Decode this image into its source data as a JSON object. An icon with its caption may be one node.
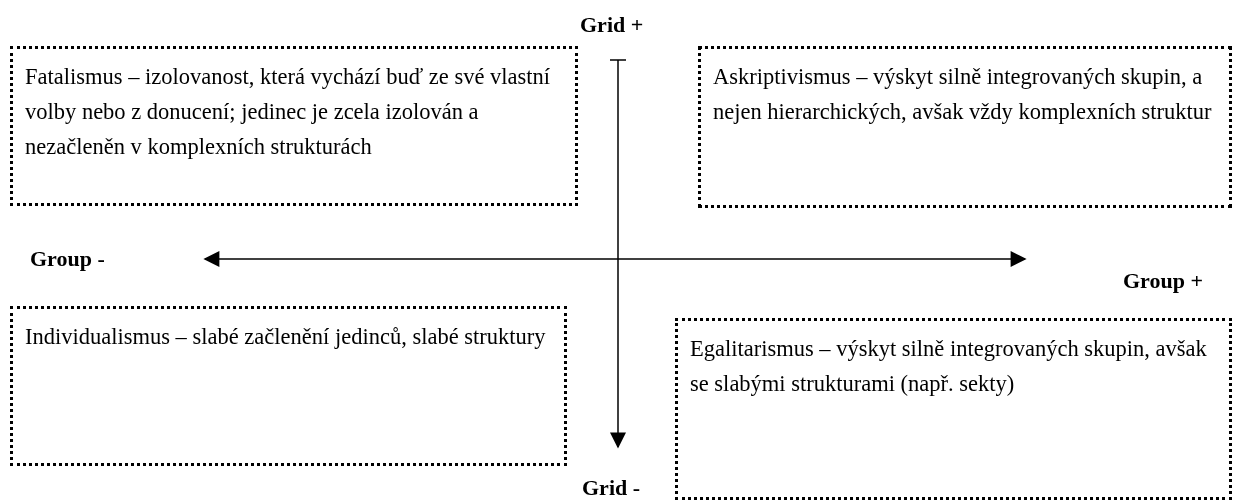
{
  "diagram": {
    "nodes": [
      {
        "text": [
          "Fatalismus – izolovanost, která vychází buď ze své vlastní volby nebo z donucení; jedinec je zcela izolován a nezačleněn v komplexních strukturách"
        ]
      },
      {
        "text": [
          "Askriptivismus – výskyt silně integrovaných skupin, a nejen hierarchických, avšak vždy komplexních struktur"
        ]
      },
      {
        "text": [
          "Individualismus – slabé začlenění jedinců, slabé struktury"
        ]
      },
      {
        "text": [
          "Egalitarismus – výskyt silně integrovaných skupin, avšak se slabými strukturami (např. sekty)"
        ]
      }
    ],
    "labels": [
      "Grid +",
      "Group -",
      "Group +",
      "Grid -"
    ]
  }
}
